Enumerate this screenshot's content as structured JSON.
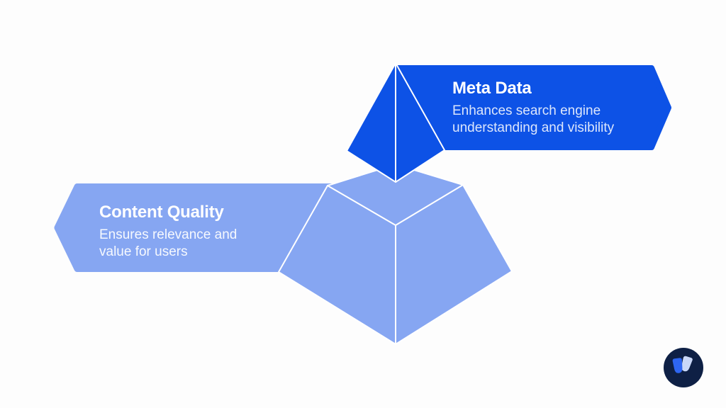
{
  "colors": {
    "background": "#fdfdfd",
    "dark_blue": "#0d52e6",
    "light_blue": "#86a6f2",
    "edge_line": "#ffffff",
    "logo_navy": "#0e2045",
    "logo_blue": "#2e66f2",
    "logo_light": "#c9d8f8"
  },
  "levels": [
    {
      "id": "meta-data",
      "label": "Meta Data",
      "description": "Enhances search engine understanding and visibility"
    },
    {
      "id": "content-quality",
      "label": "Content Quality",
      "description": "Ensures relevance and value for users"
    }
  ],
  "logo": {
    "icon": "w-logo-icon"
  }
}
